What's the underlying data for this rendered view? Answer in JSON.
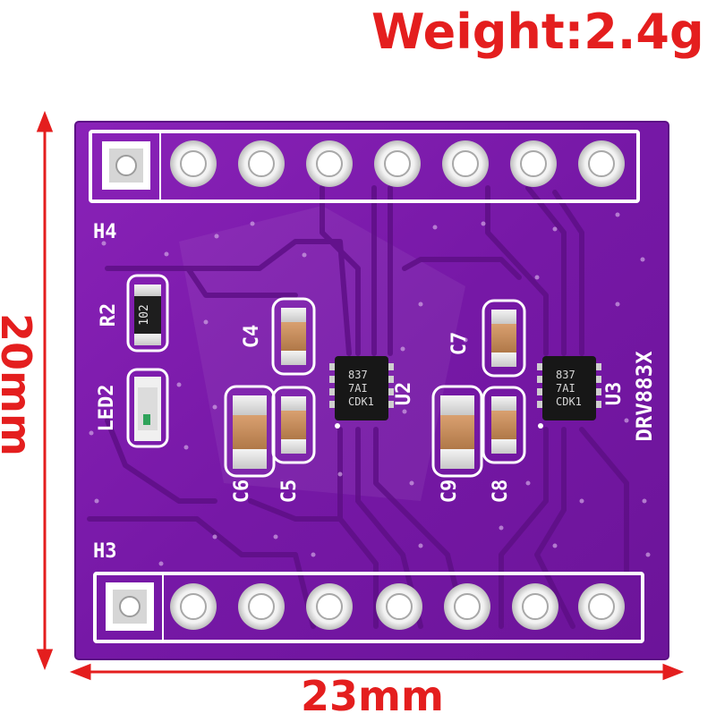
{
  "annotations": {
    "weight": "Weight:2.4g",
    "width": "23mm",
    "height": "20mm"
  },
  "board": {
    "color": "#7a1aa8",
    "silkscreen_color": "#ffffff",
    "headers": [
      "H4",
      "H3"
    ],
    "components": {
      "resistor_label": "R2",
      "resistor_marking": "102",
      "led_label": "LED2",
      "capacitors": [
        "C4",
        "C6",
        "C5",
        "C7",
        "C9",
        "C8"
      ],
      "chips": [
        {
          "label": "U2",
          "marking": [
            "837",
            "7AI",
            "CDK1"
          ]
        },
        {
          "label": "U3",
          "marking": [
            "837",
            "7AI",
            "CDK1"
          ]
        }
      ],
      "part_name": "DRV883X"
    }
  }
}
